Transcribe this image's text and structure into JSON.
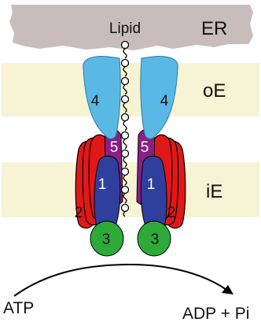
{
  "layers": {
    "er": "ER",
    "oe": "oE",
    "ie": "iE"
  },
  "lipid_label": "Lipid",
  "subunits": {
    "s1": "1",
    "s2": "2",
    "s3": "3",
    "s4": "4",
    "s5": "5"
  },
  "reaction": {
    "substrate": "ATP",
    "product": "ADP + Pi"
  },
  "colors": {
    "er_band": "#c8bcbc",
    "membrane_band": "#f6f4d4",
    "subunit_4": "#5ab8e4",
    "subunit_5": "#8a1f84",
    "subunit_1": "#2f3f9e",
    "subunit_2": "#e01818",
    "subunit_3": "#2eaa3a"
  }
}
